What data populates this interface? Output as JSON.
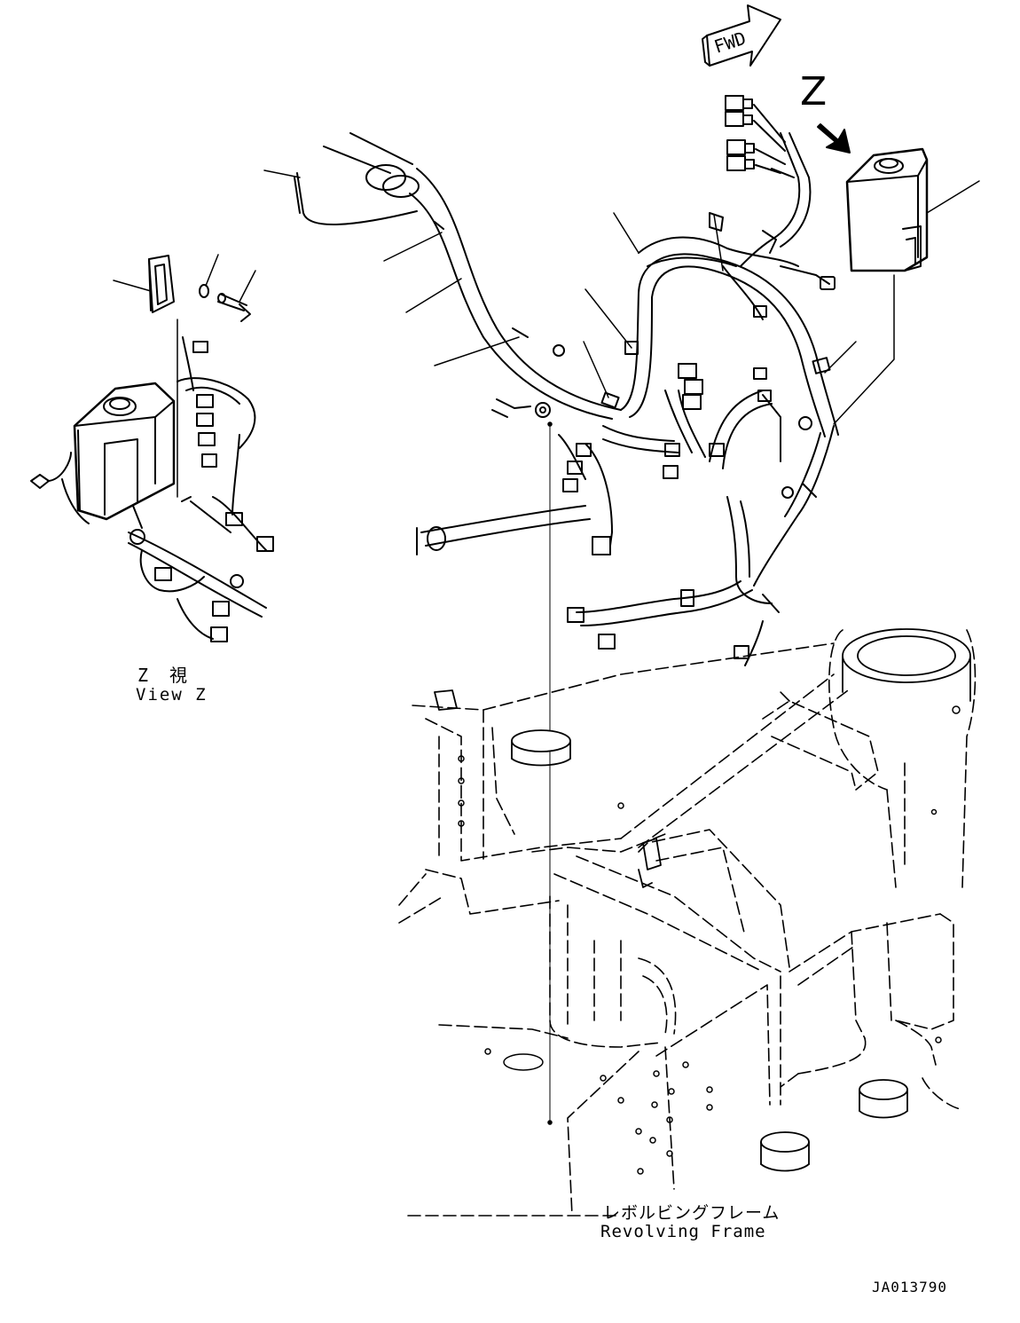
{
  "fwd_label": "FWD",
  "view_marker": "Z",
  "view_z": {
    "jp": "Z　視",
    "en": "View Z"
  },
  "frame": {
    "jp": "レボルビングフレーム",
    "en": "Revolving Frame"
  },
  "drawing_number": "JA013790"
}
